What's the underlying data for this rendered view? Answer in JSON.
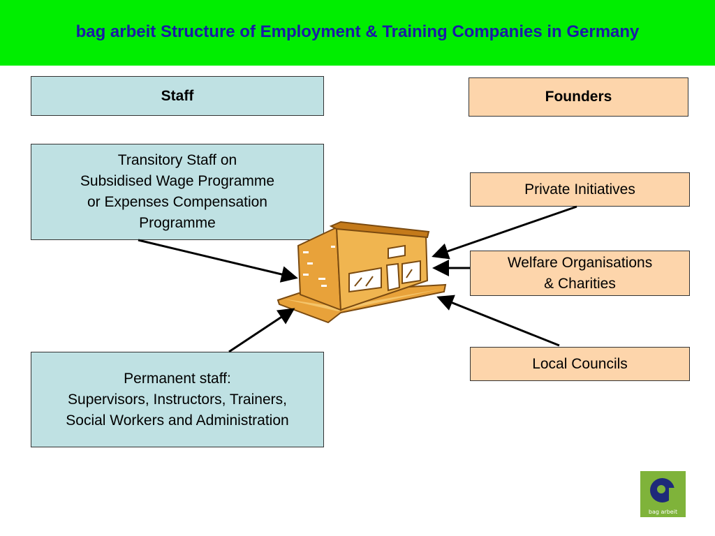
{
  "header": {
    "title": "bag arbeit Structure of Employment & Training Companies in Germany",
    "color": "#00ee00",
    "title_color": "#1a1aa6"
  },
  "staff": {
    "heading": "Staff",
    "transitory": "Transitory Staff on\nSubsidised Wage Programme\nor Expenses Compensation\nProgramme",
    "permanent": "Permanent staff:\nSupervisors, Instructors, Trainers,\nSocial Workers and Administration",
    "color": "#bfe1e3"
  },
  "founders": {
    "heading": "Founders",
    "items": [
      "Private Initiatives",
      "Welfare Organisations\n& Charities",
      "Local Councils"
    ],
    "color": "#fdd5ab"
  },
  "center_icon": "building-icon",
  "logo": {
    "icon": "bag-arbeit-logo-icon",
    "text": "bag arbeit",
    "color": "#7fb33a"
  }
}
